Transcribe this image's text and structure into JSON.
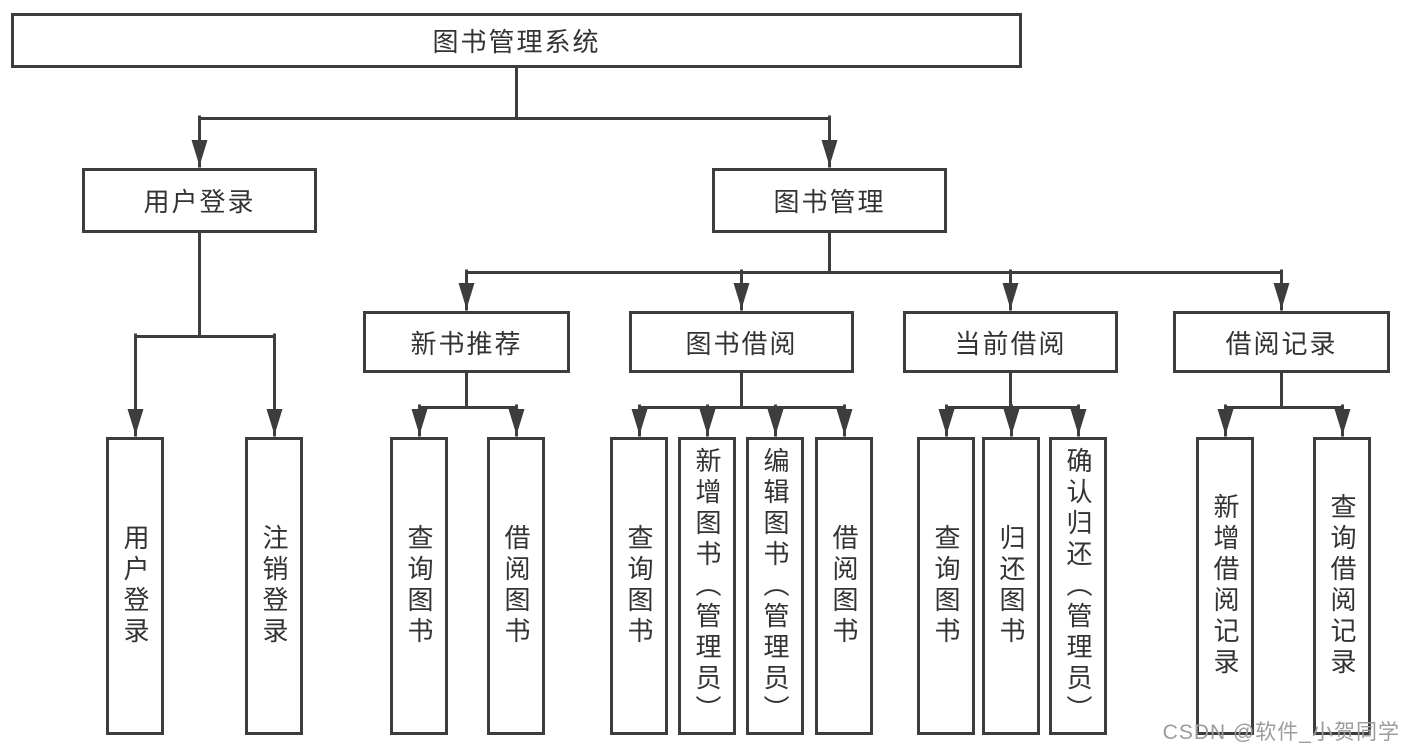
{
  "diagram": {
    "title": "图书管理系统",
    "tree": {
      "label": "图书管理系统",
      "children": [
        {
          "label": "用户登录",
          "children": [
            {
              "label": "用户登录"
            },
            {
              "label": "注销登录"
            }
          ]
        },
        {
          "label": "图书管理",
          "children": [
            {
              "label": "新书推荐",
              "children": [
                {
                  "label": "查询图书"
                },
                {
                  "label": "借阅图书"
                }
              ]
            },
            {
              "label": "图书借阅",
              "children": [
                {
                  "label": "查询图书"
                },
                {
                  "label": "新增图书（管理员）"
                },
                {
                  "label": "编辑图书（管理员）"
                },
                {
                  "label": "借阅图书"
                }
              ]
            },
            {
              "label": "当前借阅",
              "children": [
                {
                  "label": "查询图书"
                },
                {
                  "label": "归还图书"
                },
                {
                  "label": "确认归还（管理员）"
                }
              ]
            },
            {
              "label": "借阅记录",
              "children": [
                {
                  "label": "新增借阅记录"
                },
                {
                  "label": "查询借阅记录"
                }
              ]
            }
          ]
        }
      ]
    },
    "colors": {
      "line": "#3d3d3d",
      "box_border": "#3d3d3d",
      "text": "#333333",
      "watermark": "#9c9c9c",
      "background": "#ffffff"
    }
  },
  "watermark": {
    "text": "CSDN @软件_小贺同学"
  }
}
